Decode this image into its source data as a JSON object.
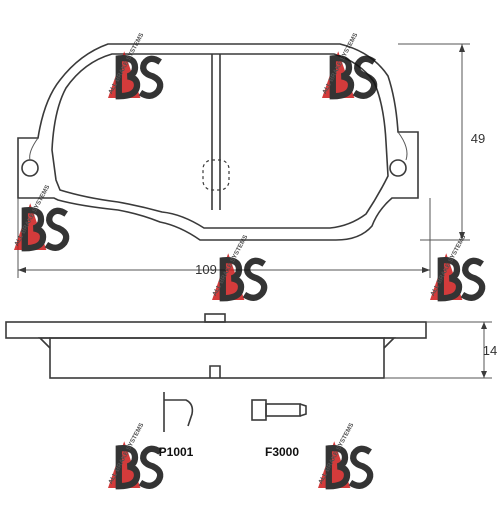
{
  "dimensions": {
    "height": "49",
    "length": "109",
    "thickness": "14"
  },
  "accessories": [
    {
      "code": "P1001"
    },
    {
      "code": "F3000"
    }
  ],
  "watermark": {
    "logo_text": "ABS",
    "caption": "ALL BRAKE SYSTEMS",
    "brand_color": "#cc1a1a",
    "logo_color": "#111111"
  }
}
